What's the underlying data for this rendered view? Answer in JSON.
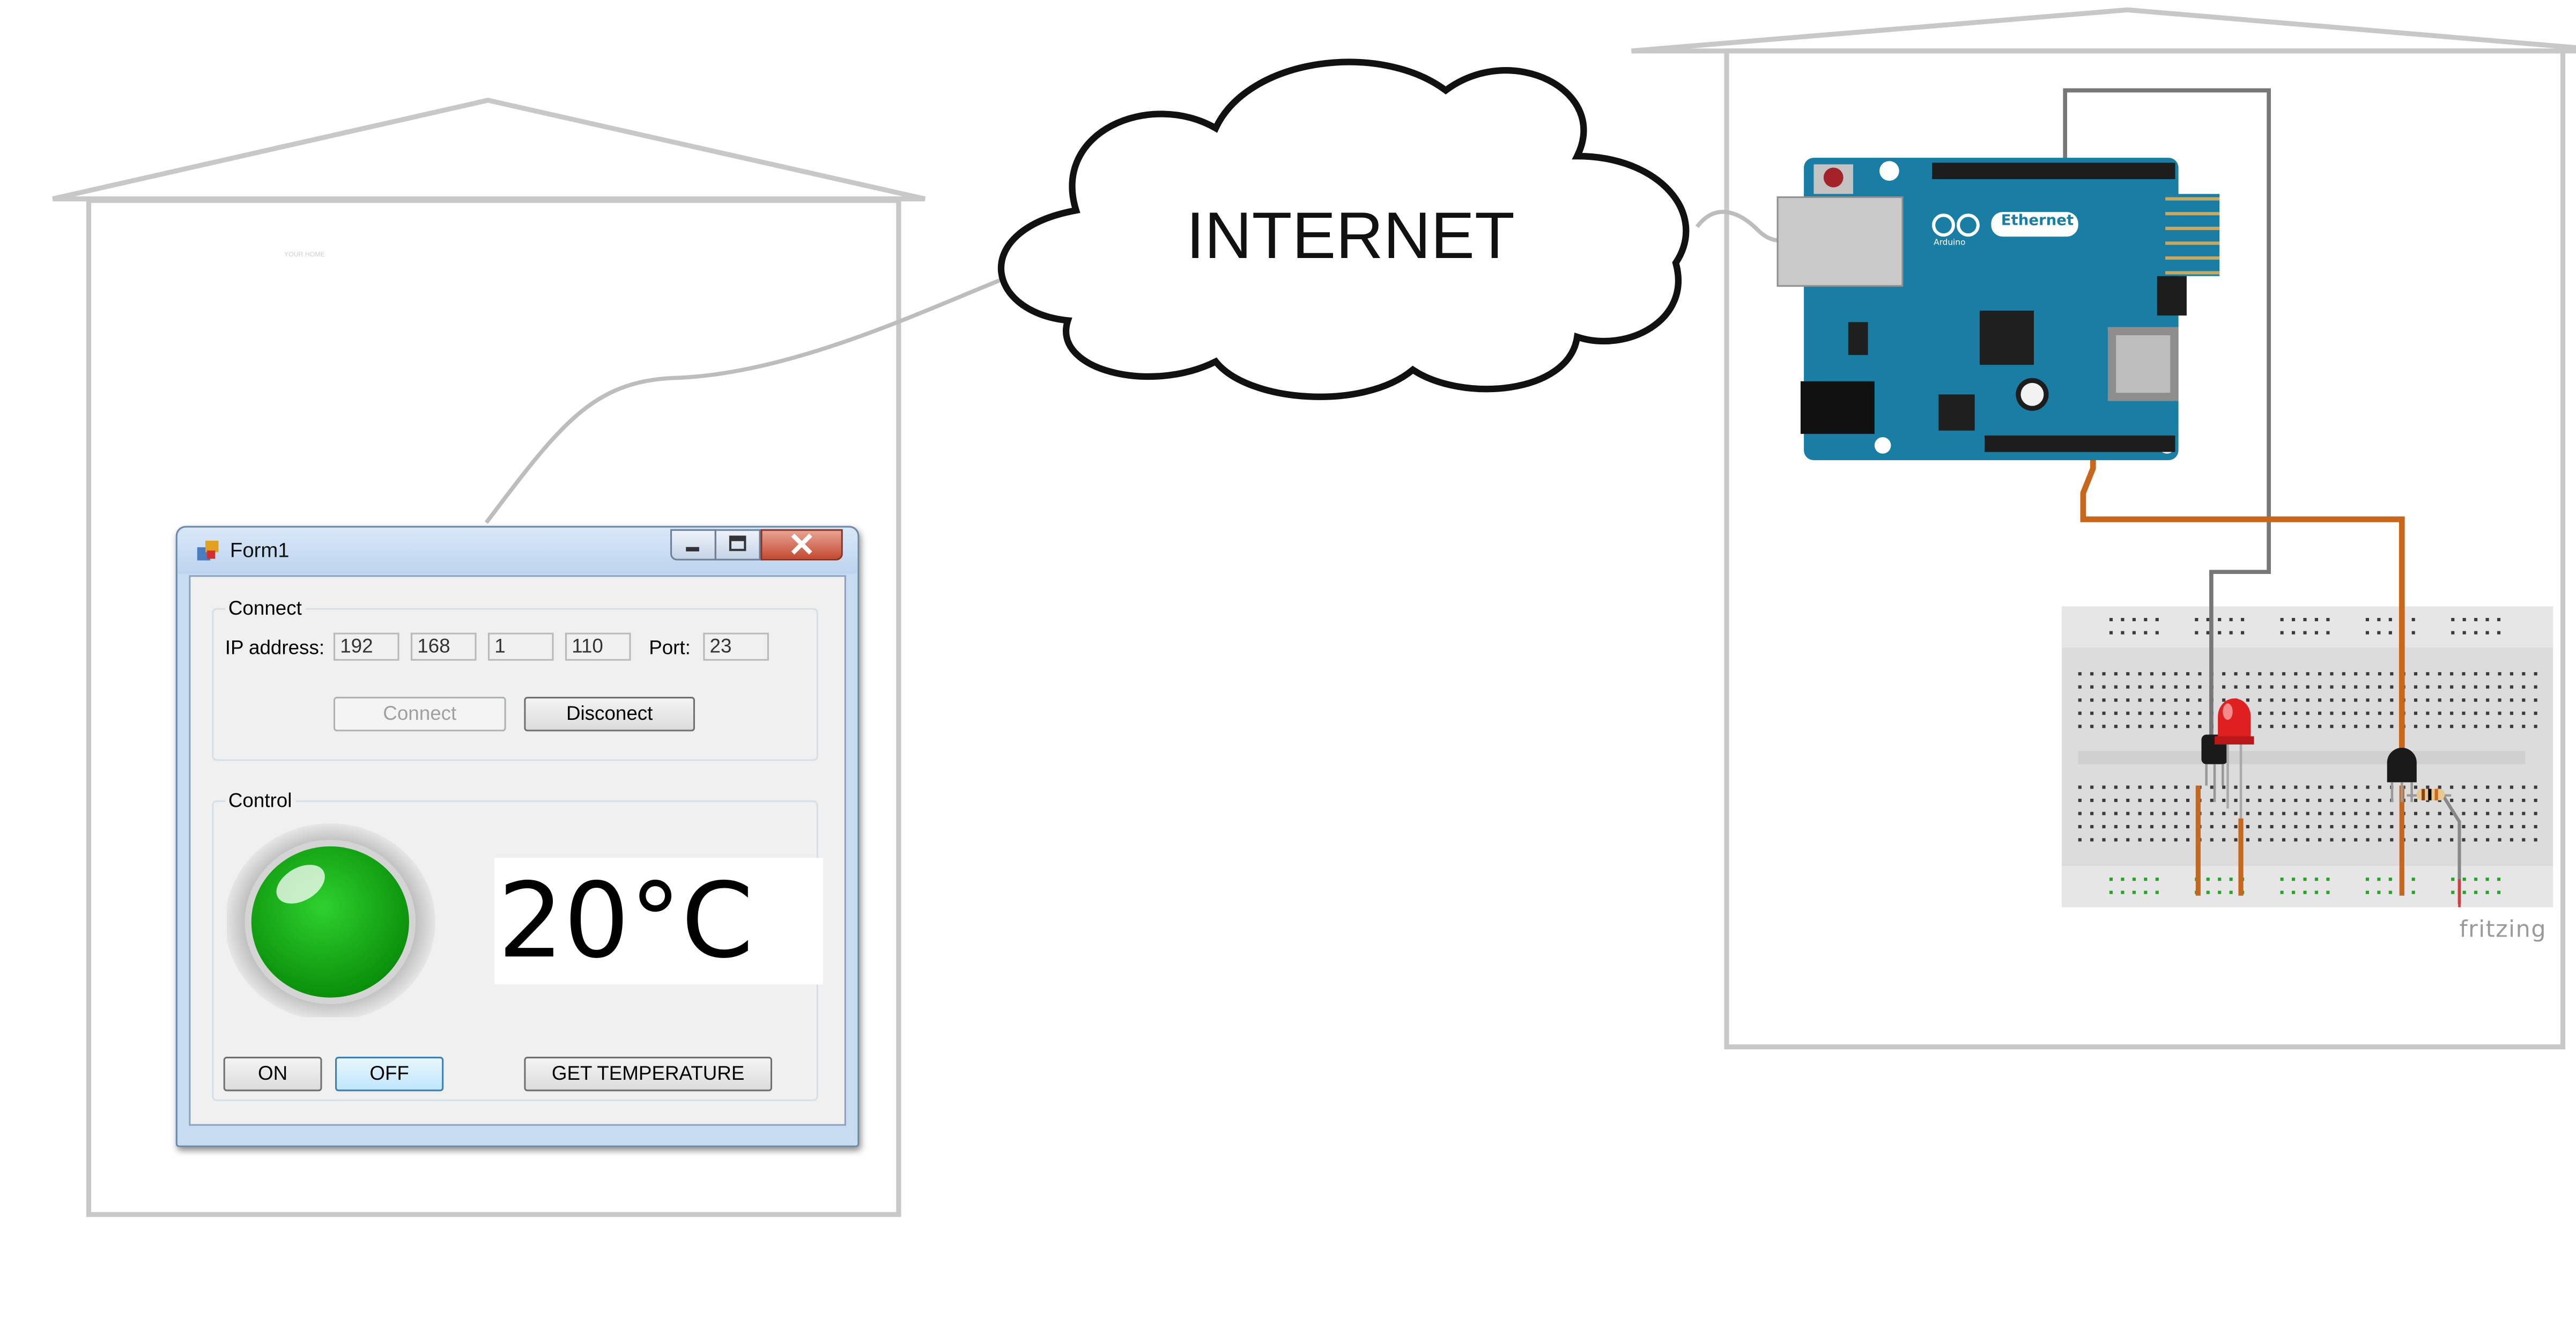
{
  "cloud": {
    "label": "INTERNET"
  },
  "home": {
    "faint_caption": "YOUR HOME"
  },
  "form": {
    "title": "Form1",
    "connect_group": {
      "legend": "Connect",
      "ip_label": "IP address:",
      "ip_octets": [
        "192",
        "168",
        "1",
        "110"
      ],
      "port_label": "Port:",
      "port_value": "23",
      "connect_button": "Connect",
      "disconnect_button": "Disconect"
    },
    "control_group": {
      "legend": "Control",
      "indicator_state": "on",
      "temperature": "20°C",
      "on_button": "ON",
      "off_button": "OFF",
      "get_temperature_button": "GET TEMPERATURE"
    }
  },
  "arduino": {
    "brand": "Arduino",
    "model": "Ethernet"
  },
  "breadboard": {
    "watermark": "fritzing"
  },
  "colors": {
    "wire_orange": "#c8661c",
    "wire_gray": "#777777",
    "board_teal": "#1a7ea4",
    "led_red": "#e02020",
    "indicator_green": "#14b014",
    "house_outline": "#c8c8c8"
  }
}
